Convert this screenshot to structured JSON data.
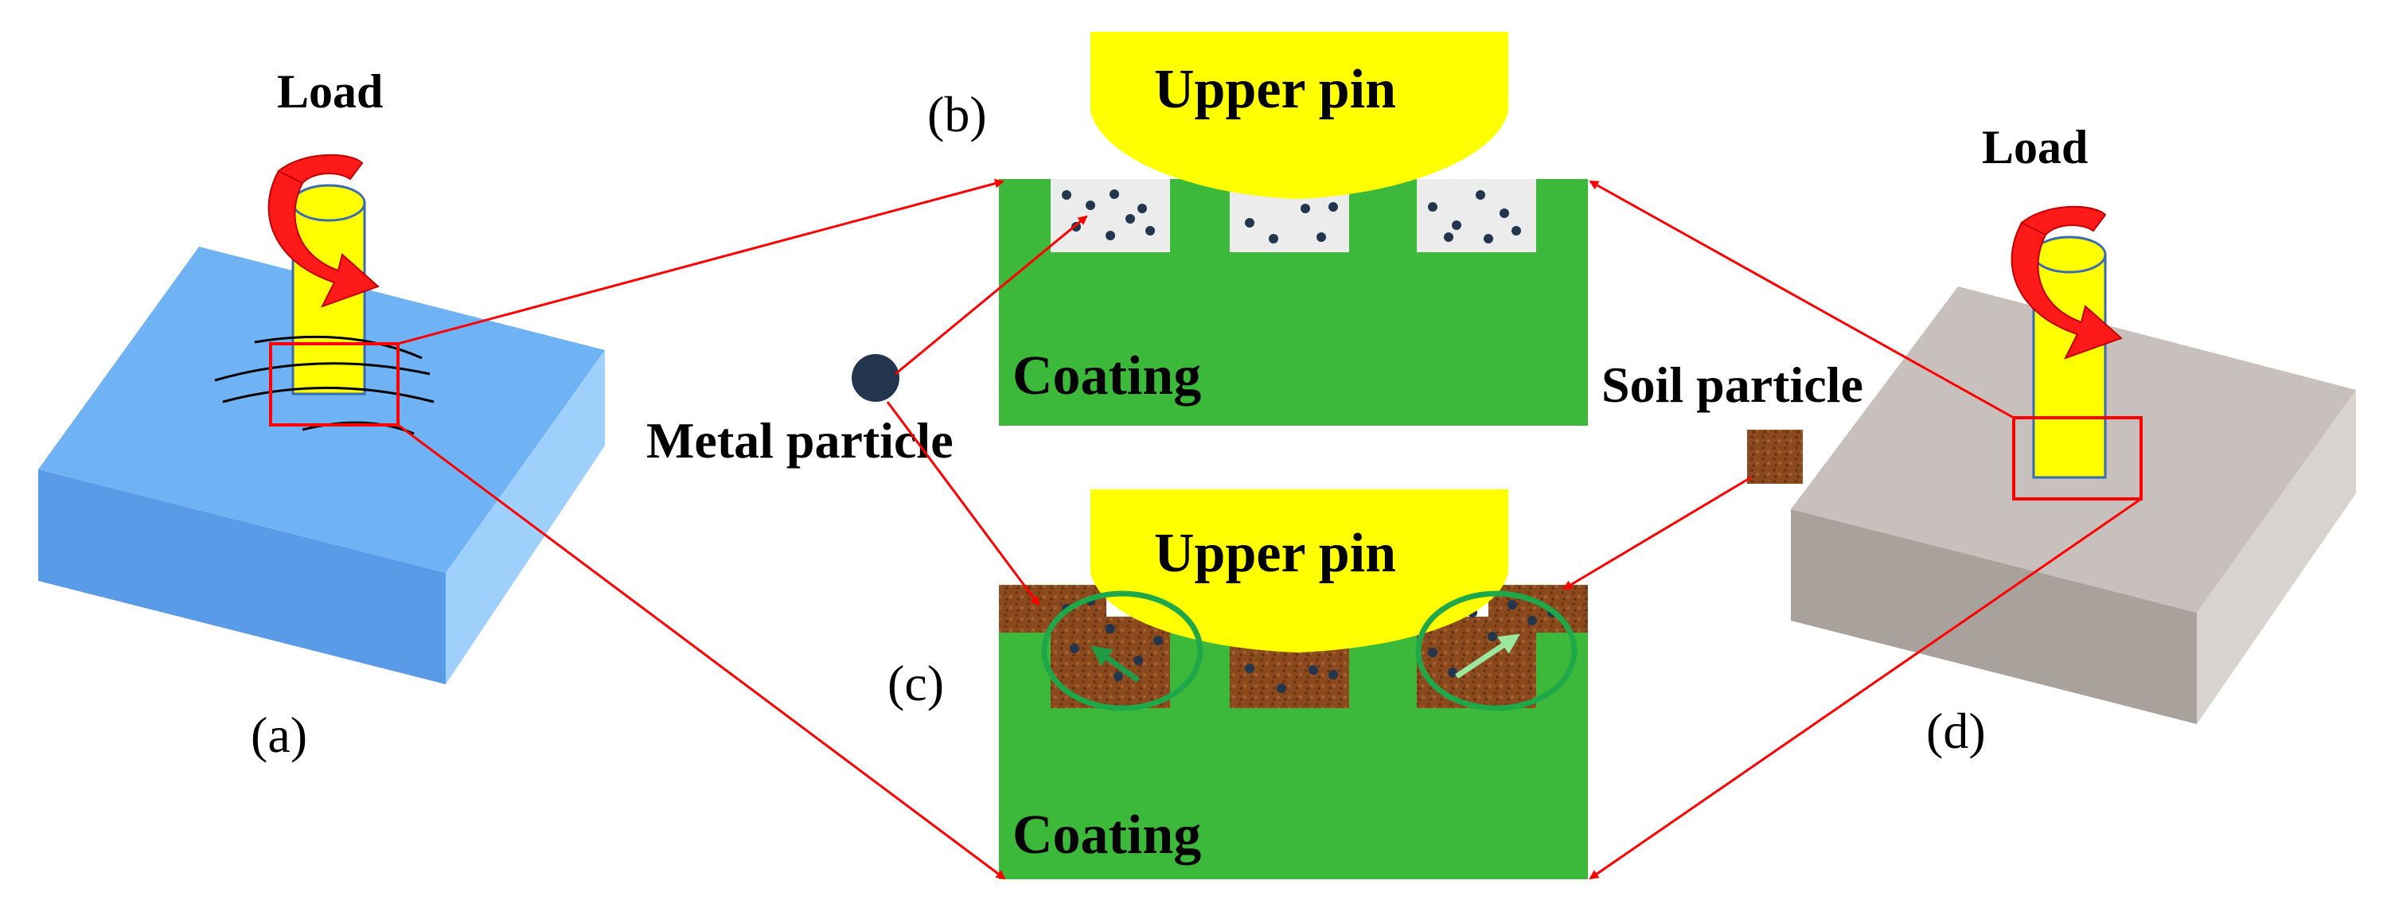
{
  "panels": {
    "a": "(a)",
    "b": "(b)",
    "c": "(c)",
    "d": "(d)"
  },
  "labels": {
    "load_left": "Load",
    "load_right": "Load",
    "upper_pin_b": "Upper pin",
    "upper_pin_c": "Upper pin",
    "coating_b": "Coating",
    "coating_c": "Coating",
    "metal_particle": "Metal particle",
    "soil_particle": "Soil particle"
  },
  "colors": {
    "coating": "#3cb93a",
    "pin": "#ffff00",
    "arrow": "#ff0000",
    "block_left": "#6fb3f5",
    "block_right": "#a8a19c",
    "metal_particle": "#23364d",
    "soil_particle": "#8b4a1e",
    "wear_circle": "#1fa84a"
  }
}
